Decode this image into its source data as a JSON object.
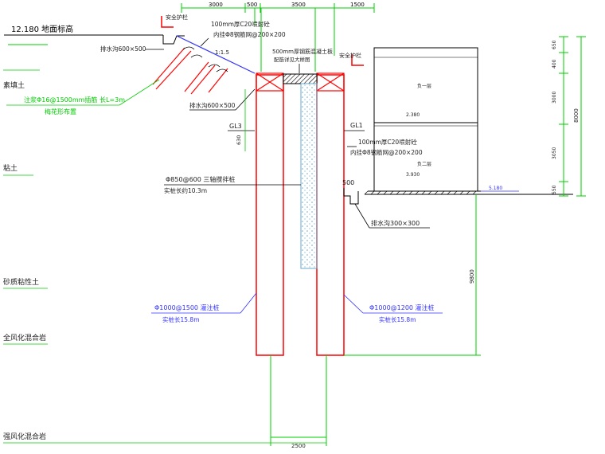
{
  "top_dims": [
    "3000",
    "500",
    "3500",
    "1500"
  ],
  "bottom_dim": "2500",
  "elevation_label": "12.180 地面标高",
  "soil_layers": [
    {
      "name": "素填土"
    },
    {
      "name": "粘土"
    },
    {
      "name": "砂质粘性土"
    },
    {
      "name": "全风化混合岩"
    },
    {
      "name": "强风化混合岩"
    }
  ],
  "labels": {
    "rail_left": "安全护栏",
    "rail_right": "安全护栏",
    "concrete_top": "100mm厚C20喷射砼",
    "mesh_top": "内挂Φ8钢筋网@200×200",
    "drain_left": "排水沟600×500",
    "slope": "1:1.5",
    "anchor_1": "注浆Φ16@1500mm插筋 长L=3m",
    "anchor_2": "梅花形布置",
    "drain_2": "排水沟600×500",
    "wall_top_1": "500mm厚钢筋混凝土板",
    "wall_top_2": "配筋详见大样图",
    "gl3": "GL3",
    "gl1": "GL1",
    "dim_630": "630",
    "concrete_right": "100mm厚C20喷射砼",
    "mesh_right": "内挂Φ8钢筋网@200×200",
    "jet_grout": "Φ850@600 三轴搅拌桩",
    "jet_grout_len": "实桩长约10.3m",
    "dim_500": "500",
    "drain_right": "排水沟300×300",
    "pile_left": "Φ1000@1500 灌注桩",
    "pile_left_len": "实桩长15.8m",
    "pile_right": "Φ1000@1200 灌注桩",
    "pile_right_len": "实桩长15.8m",
    "dim_9800": "9800",
    "floor_1": "负一层",
    "floor_2": "负二层",
    "elev_mid": "2.380",
    "elev_low": "3.930",
    "elev_bot": "5.180",
    "dims_right": [
      "650",
      "400",
      "3000",
      "3050",
      "550"
    ],
    "dim_total": "8000"
  }
}
